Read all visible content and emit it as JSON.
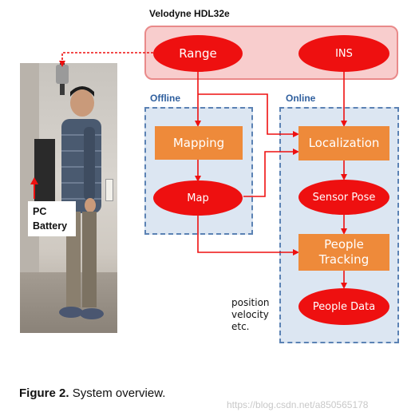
{
  "sensor_title": "Velodyne HDL32e",
  "photo_labels": {
    "line1": "PC",
    "line2": "Battery"
  },
  "panels": {
    "offline": "Offline",
    "online": "Online"
  },
  "nodes": {
    "range": "Range",
    "ins": "INS",
    "mapping": "Mapping",
    "map": "Map",
    "localization": "Localization",
    "sensor_pose": "Sensor Pose",
    "people_tracking": "People Tracking",
    "people_data": "People Data"
  },
  "side_note": {
    "line1": "position",
    "line2": "velocity",
    "line3": "etc."
  },
  "caption": {
    "prefix": "Figure 2.",
    "text": "System overview."
  },
  "watermark": "https://blog.csdn.net/a850565178",
  "colors": {
    "node_red": "#ee1010",
    "node_orange": "#ee8a3a",
    "arrow_red": "#ee1010",
    "panel_blue": "#dce6f2",
    "panel_pink": "#f8cdcd"
  }
}
